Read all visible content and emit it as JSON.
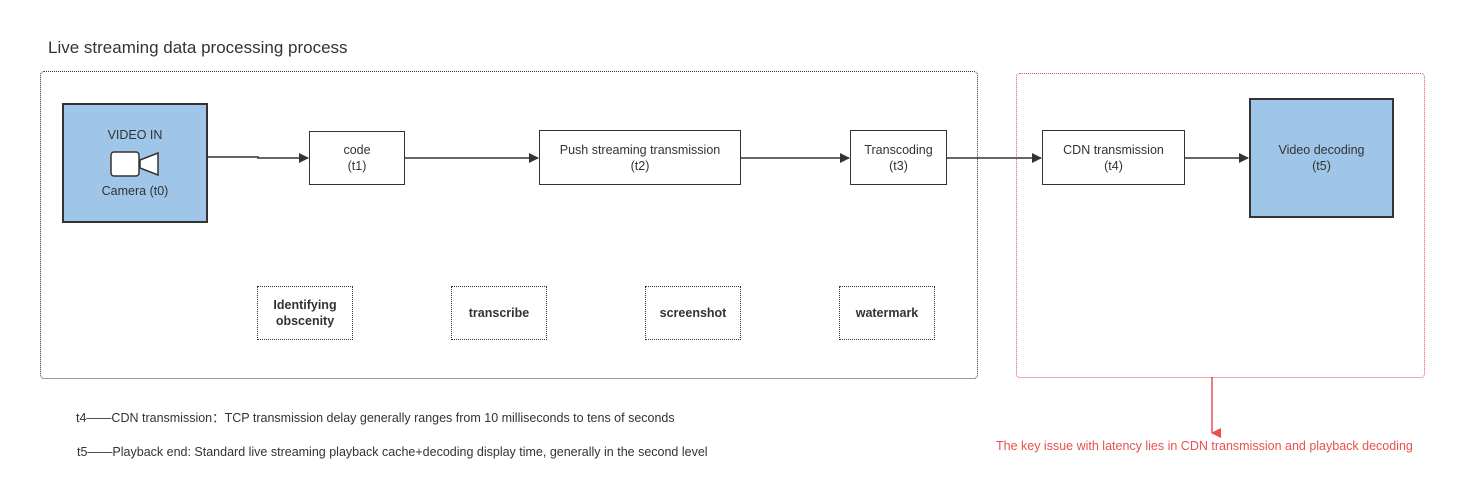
{
  "title": "Live streaming data processing process",
  "nodes": {
    "video_in": {
      "label": "VIDEO IN",
      "sub": "Camera (t0)",
      "icon": "video-camera-icon"
    },
    "code": {
      "label": "code",
      "sub": "(t1)"
    },
    "push": {
      "label": "Push streaming transmission",
      "sub": "(t2)"
    },
    "transcoding": {
      "label": "Transcoding",
      "sub": "(t3)"
    },
    "cdn": {
      "label": "CDN transmission",
      "sub": "(t4)"
    },
    "decoding": {
      "label": "Video decoding",
      "sub": "(t5)"
    }
  },
  "tasks": [
    "Identifying obscenity",
    "transcribe",
    "screenshot",
    "watermark"
  ],
  "notes": {
    "t4": "t4——CDN transmission：TCP transmission delay generally ranges from 10 milliseconds to tens of seconds",
    "t5": "t5——Playback end: Standard live streaming playback cache+decoding display time, generally in the second level"
  },
  "key_issue": "The key issue with latency lies in CDN transmission and playback decoding",
  "colors": {
    "node_fill": "#9fc5e8",
    "highlight": "#e85050",
    "line": "#333333"
  }
}
